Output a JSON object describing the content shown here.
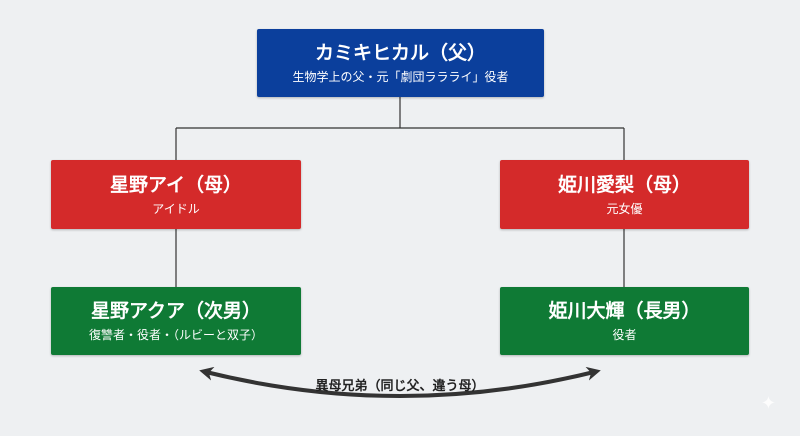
{
  "colors": {
    "father": "#0b3f9c",
    "mother": "#d42a2a",
    "son": "#0f7a35",
    "line": "#333333",
    "arrow": "#333333",
    "background": "#eef0f2"
  },
  "nodes": {
    "father": {
      "name": "カミキヒカル（父）",
      "desc": "生物学上の父・元「劇団ララライ」役者"
    },
    "ai": {
      "name": "星野アイ（母）",
      "desc": "アイドル"
    },
    "airi": {
      "name": "姫川愛梨（母）",
      "desc": "元女優"
    },
    "aqua": {
      "name": "星野アクア（次男）",
      "desc": "復讐者・役者・（ルビーと双子）"
    },
    "taiki": {
      "name": "姫川大輝（長男）",
      "desc": "役者"
    }
  },
  "relation": {
    "label": "異母兄弟（同じ父、違う母）"
  }
}
